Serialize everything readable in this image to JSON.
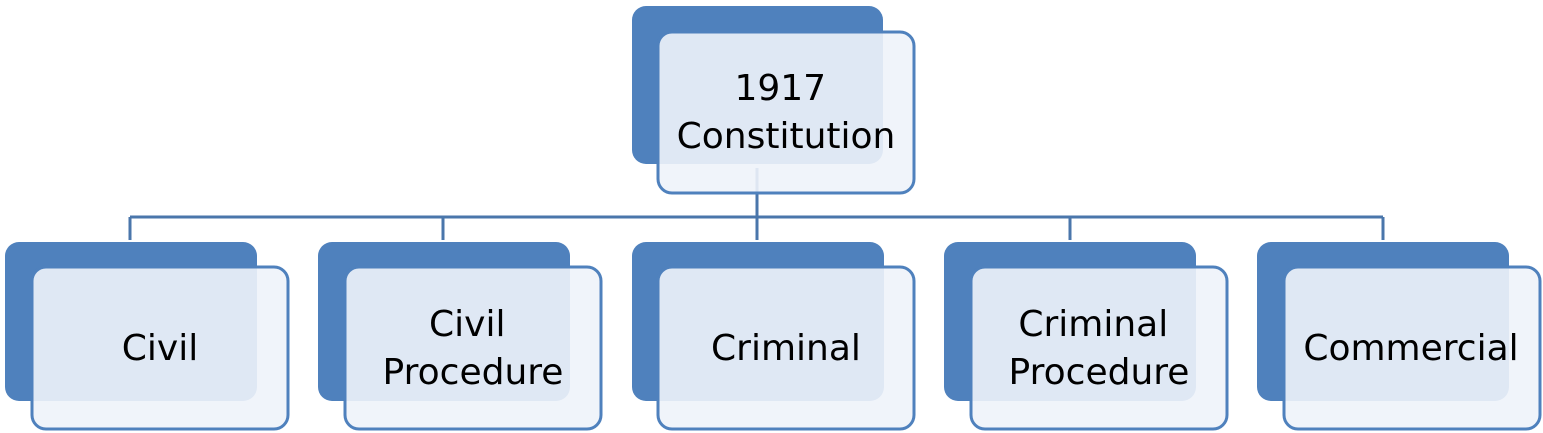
{
  "colors": {
    "back_fill": "#4f81bd",
    "front_fill": "#eef3fa",
    "front_stroke": "#4f81bd",
    "connector": "#4a76ab"
  },
  "root": {
    "lines": [
      "1917",
      "Constitution"
    ]
  },
  "children": [
    {
      "lines": [
        "Civil"
      ]
    },
    {
      "lines": [
        "Civil",
        "Procedure"
      ]
    },
    {
      "lines": [
        "Criminal"
      ]
    },
    {
      "lines": [
        "Criminal",
        "Procedure"
      ]
    },
    {
      "lines": [
        "Commercial"
      ]
    }
  ]
}
